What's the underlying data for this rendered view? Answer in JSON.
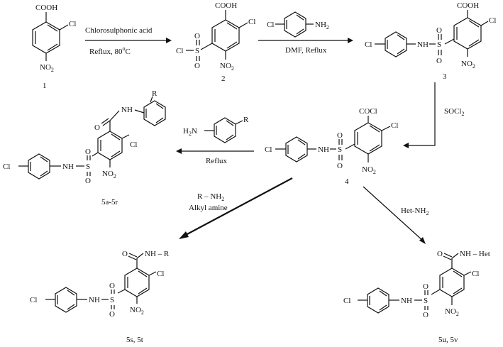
{
  "scheme": {
    "compound_1": {
      "number": "1",
      "cooh": "COOH",
      "cl": "Cl",
      "no2": "NO",
      "no2_sub": "2"
    },
    "step_1": {
      "reagent": "Chlorosulphonic acid",
      "conditions": "Reflux, 80",
      "deg": "o",
      "conditions_end": "C"
    },
    "compound_2": {
      "number": "2",
      "cooh": "COOH",
      "cl": "Cl",
      "cl_s": "Cl",
      "s": "S",
      "o": "O",
      "no2": "NO",
      "no2_sub": "2"
    },
    "step_2": {
      "reagent_cl": "Cl",
      "reagent_nh2": "NH",
      "reagent_nh2_sub": "2",
      "conditions": "DMF, Reflux"
    },
    "compound_3": {
      "number": "3",
      "cooh": "COOH",
      "cl": "Cl",
      "cl_aryl": "Cl",
      "nh": "NH",
      "s": "S",
      "o": "O",
      "no2": "NO",
      "no2_sub": "2"
    },
    "step_3": {
      "reagent": "SOCl",
      "reagent_sub": "2"
    },
    "compound_4": {
      "number": "4",
      "cocl": "COCl",
      "cl": "Cl",
      "cl_aryl": "Cl",
      "nh": "NH",
      "s": "S",
      "o": "O",
      "no2": "NO",
      "no2_sub": "2"
    },
    "step_4": {
      "reagent_nh2": "H",
      "reagent_nh2_sub": "2",
      "reagent_n": "N",
      "reagent_r": "R",
      "conditions": "Reflux"
    },
    "compound_5ar": {
      "number": "5a-5r",
      "r": "R",
      "nh": "NH",
      "o": "O",
      "cl": "Cl",
      "cl_aryl": "Cl",
      "nh_s": "NH",
      "s": "S",
      "no2": "NO",
      "no2_sub": "2"
    },
    "step_5": {
      "reagent": "R – NH",
      "reagent_sub": "2",
      "conditions": "Alkyl amine"
    },
    "compound_5st": {
      "number": "5s, 5t",
      "amide": "NH – R",
      "o": "O",
      "cl": "Cl",
      "cl_aryl": "Cl",
      "nh": "NH",
      "s": "S",
      "no2": "NO",
      "no2_sub": "2"
    },
    "step_6": {
      "reagent": "Het-NH",
      "reagent_sub": "2"
    },
    "compound_5uv": {
      "number": "5u, 5v",
      "amide": "NH – Het",
      "o": "O",
      "cl": "Cl",
      "cl_aryl": "Cl",
      "nh": "NH",
      "s": "S",
      "no2": "NO",
      "no2_sub": "2"
    }
  }
}
